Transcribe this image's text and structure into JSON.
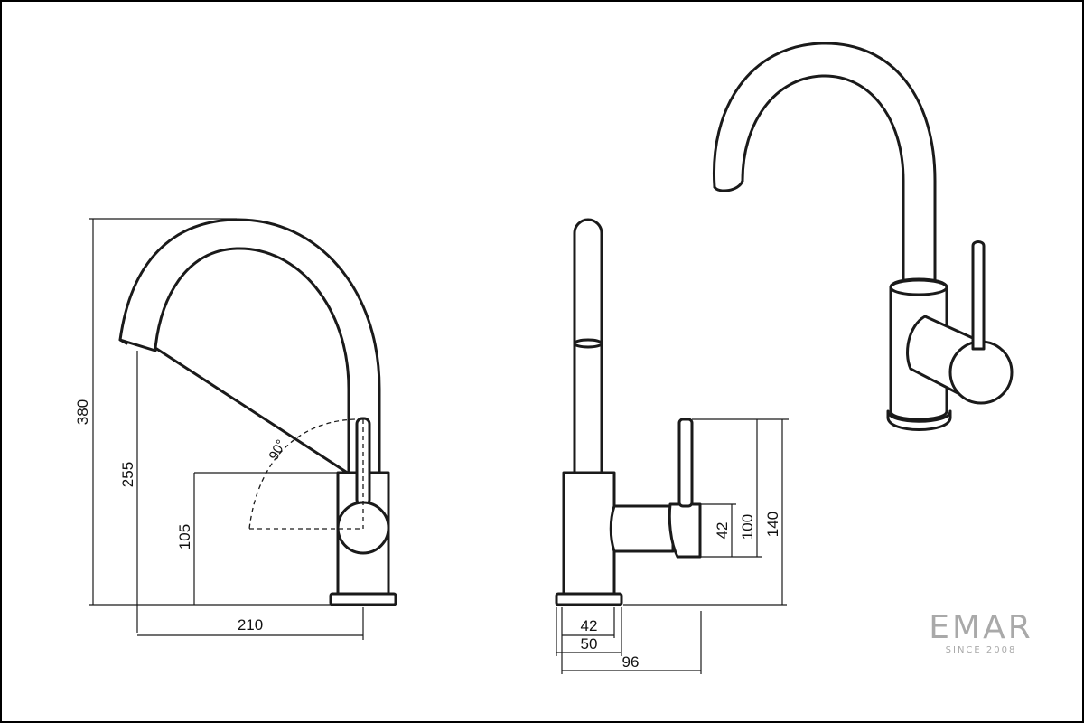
{
  "views": {
    "front": {
      "height_overall": "380",
      "height_spout": "255",
      "height_handle": "105",
      "reach": "210",
      "handle_rotation": "90°"
    },
    "side": {
      "base_inner": "42",
      "base_outer": "50",
      "depth_overall": "96",
      "handle_diameter": "42",
      "lever_height": "100",
      "handle_top": "140"
    }
  },
  "brand": {
    "name": "EMAR",
    "tagline": "SINCE 2008",
    "color": "#a9a9a9"
  },
  "colors": {
    "line": "#1a1a1a",
    "background": "#ffffff",
    "border": "#000000"
  }
}
